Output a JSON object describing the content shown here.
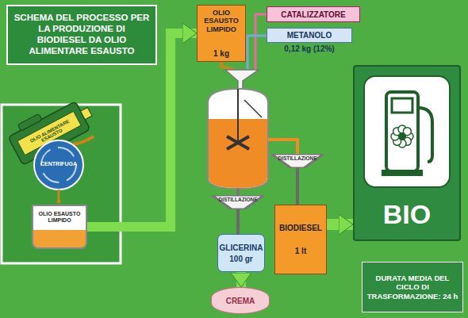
{
  "diagram": {
    "title": "SCHEMA DEL PROCESSO PER LA PRODUZIONE DI BIODIESEL DA OLIO ALIMENTARE ESAUSTO",
    "nodes": [
      {
        "text": [
          "OLIO ESAUSTO LIMPIDO"
        ]
      },
      {
        "text": [
          "OLIO ESAUSTO LIMPIDO",
          "1 kg"
        ]
      },
      {
        "text": [
          "CATALIZZATORE"
        ]
      },
      {
        "text": [
          "METANOLO",
          "0,12 kg (12%)"
        ]
      },
      {
        "text": [
          "DISTILLAZIONE"
        ]
      },
      {
        "text": [
          "DISTILLAZIONE"
        ]
      },
      {
        "text": [
          "GLICERINA",
          "100 gr"
        ]
      },
      {
        "text": [
          "BIODIESEL",
          "1 lt"
        ]
      },
      {
        "text": [
          "CREMA"
        ]
      },
      {
        "text": [
          "BIO"
        ]
      },
      {
        "text": [
          "DURATA MEDIA DEL CICLO DI TRASFORMAZIONE: 24 h"
        ]
      }
    ],
    "edges": [
      {
        "from": 0,
        "to": 1,
        "arrow": "to"
      },
      {
        "from": 4,
        "to": 6,
        "arrow": "none"
      },
      {
        "from": 5,
        "to": 7,
        "arrow": "none"
      },
      {
        "from": 6,
        "to": 8,
        "arrow": "to"
      },
      {
        "from": 7,
        "to": 9,
        "arrow": "to"
      }
    ],
    "labels": [
      "OLIO ALIMENTARE ESAUSTO",
      "CENTRIFUGA"
    ]
  }
}
